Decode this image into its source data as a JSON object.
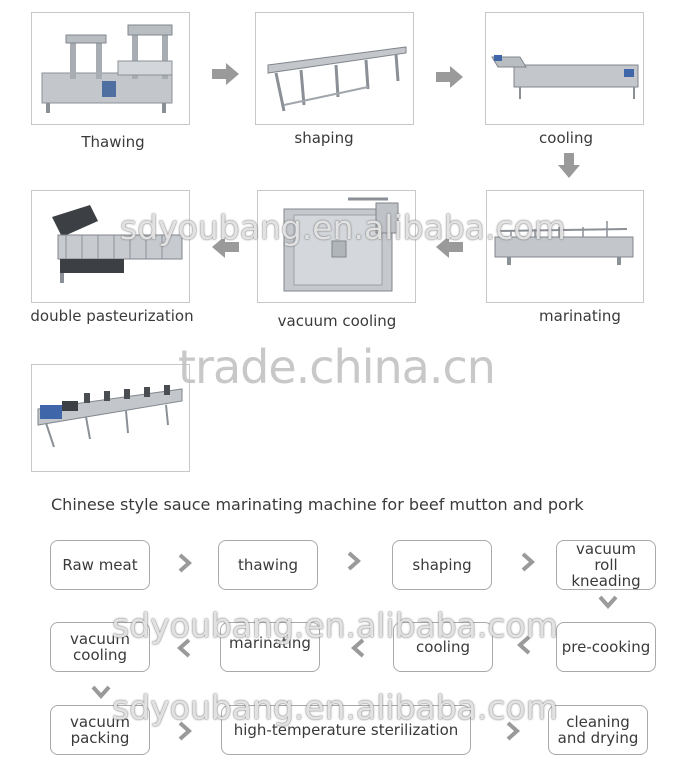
{
  "top_row": {
    "panels": [
      {
        "label": "Thawing"
      },
      {
        "label": "shaping"
      },
      {
        "label": "cooling"
      }
    ]
  },
  "middle_row": {
    "panels": [
      {
        "label": "double pasteurization"
      },
      {
        "label": "vacuum cooling"
      },
      {
        "label": "marinating"
      }
    ]
  },
  "watermarks": {
    "site_main": "sdyoubang.en.alibaba.com",
    "trade": "trade.china.cn"
  },
  "subtitle": "Chinese style sauce marinating machine for beef mutton and pork",
  "flow": {
    "row1": [
      "Raw meat",
      "thawing",
      "shaping",
      "vacuum roll kneading"
    ],
    "row2": [
      "vacuum cooling",
      "marinating",
      "cooling",
      "pre-cooking"
    ],
    "row3": [
      "vacuum packing",
      "high-temperature sterilization",
      "cleaning and drying"
    ]
  },
  "colors": {
    "arrow": "#9a9a9a",
    "border": "#a9a9a9",
    "machine_steel": "#b9bec4"
  }
}
